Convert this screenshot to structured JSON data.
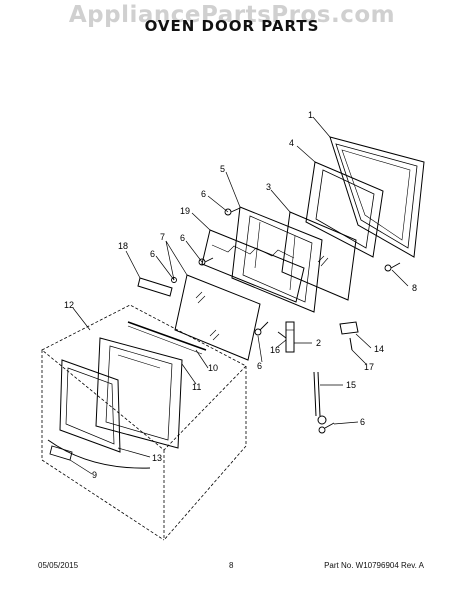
{
  "header": {
    "watermark": "AppliancePartsPros.com",
    "title": "OVEN DOOR PARTS"
  },
  "callouts": {
    "c1": "1",
    "c2": "2",
    "c3": "3",
    "c4": "4",
    "c5": "5",
    "c6a": "6",
    "c6b": "6",
    "c6c": "6",
    "c6d": "6",
    "c6e": "6",
    "c7": "7",
    "c8": "8",
    "c9": "9",
    "c10": "10",
    "c11": "11",
    "c12": "12",
    "c13": "13",
    "c14": "14",
    "c15": "15",
    "c16": "16",
    "c17": "17",
    "c18": "18",
    "c19": "19"
  },
  "footer": {
    "date": "05/05/2015",
    "page": "8",
    "part_number": "Part No. W10796904  Rev. A"
  }
}
